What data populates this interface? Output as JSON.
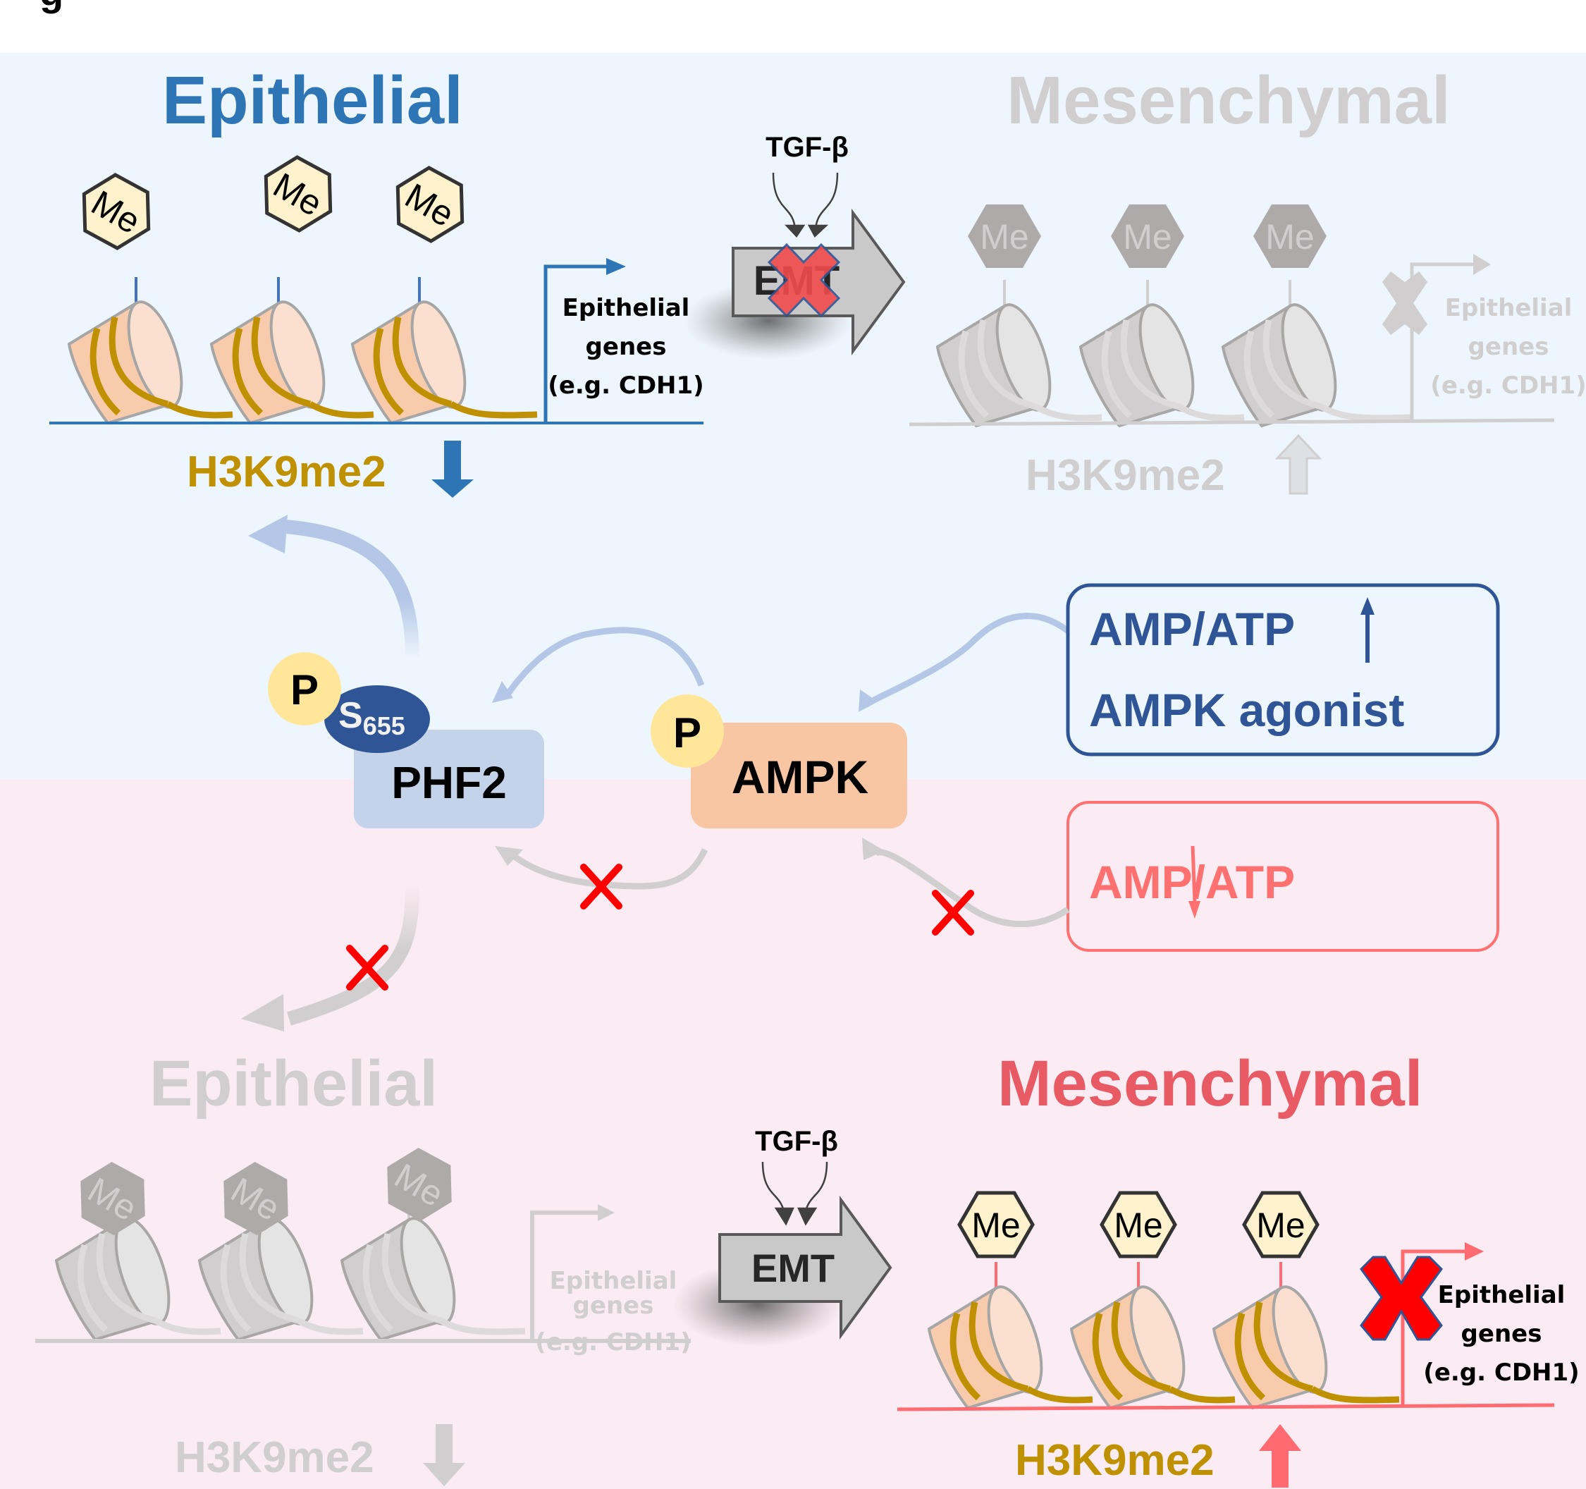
{
  "figure": {
    "panel_letter_fragment": "g",
    "colors": {
      "top_background": "#EEF6FD",
      "bottom_background": "#FBEBF2",
      "epithelial_blue": "#2E75B6",
      "mesenchymal_red": "#E85A64",
      "faded_grey": "#D0CECE",
      "h3k9_gold": "#BF9000",
      "phf2_box": "#C5D3EA",
      "ampk_box": "#F8C6A3",
      "phospho_circle": "#FFE699",
      "s655_oval": "#2F5597",
      "dark_blue_text": "#2F5597",
      "pink_text": "#FF7171",
      "red_x": "#FF0000",
      "me_hex_fill": "#FFF2CC",
      "me_hex_grey": "#AEAAAA"
    }
  },
  "top_panel": {
    "left_state": {
      "title": "Epithelial",
      "methyl_labels": [
        "Me",
        "Me",
        "Me"
      ],
      "gene_label_lines": [
        "Epithelial",
        "genes",
        "(e.g. CDH1)"
      ],
      "mark_label": "H3K9me2",
      "mark_direction": "down"
    },
    "transition": {
      "stimulus": "TGF-β",
      "process": "EMT",
      "blocked": true
    },
    "right_state": {
      "title": "Mesenchymal",
      "faded": true,
      "methyl_labels": [
        "Me",
        "Me",
        "Me"
      ],
      "gene_label_lines": [
        "Epithelial",
        "genes",
        "(e.g. CDH1)"
      ],
      "gene_blocked": true,
      "mark_label": "H3K9me2",
      "mark_direction": "up"
    }
  },
  "middle": {
    "phospho_label": "P",
    "site_label_main": "S",
    "site_label_sub": "655",
    "phf2_label": "PHF2",
    "ampk_phospho_label": "P",
    "ampk_label": "AMPK",
    "activator_box": {
      "line1": "AMP/ATP",
      "line1_direction": "up",
      "line2": "AMPK agonist"
    },
    "inhibitor_box": {
      "line1": "AMP/ATP",
      "line1_direction": "down"
    },
    "blocked_arrows": 3
  },
  "bottom_panel": {
    "left_state": {
      "title": "Epithelial",
      "faded": true,
      "methyl_labels": [
        "Me",
        "Me",
        "Me"
      ],
      "gene_label_lines": [
        "Epithelial",
        "genes",
        "(e.g. CDH1)"
      ],
      "mark_label": "H3K9me2",
      "mark_direction": "down"
    },
    "transition": {
      "stimulus": "TGF-β",
      "process": "EMT",
      "blocked": false
    },
    "right_state": {
      "title": "Mesenchymal",
      "methyl_labels": [
        "Me",
        "Me",
        "Me"
      ],
      "gene_label_lines": [
        "Epithelial",
        "genes",
        "(e.g. CDH1)"
      ],
      "gene_blocked": true,
      "mark_label": "H3K9me2",
      "mark_direction": "up"
    }
  }
}
